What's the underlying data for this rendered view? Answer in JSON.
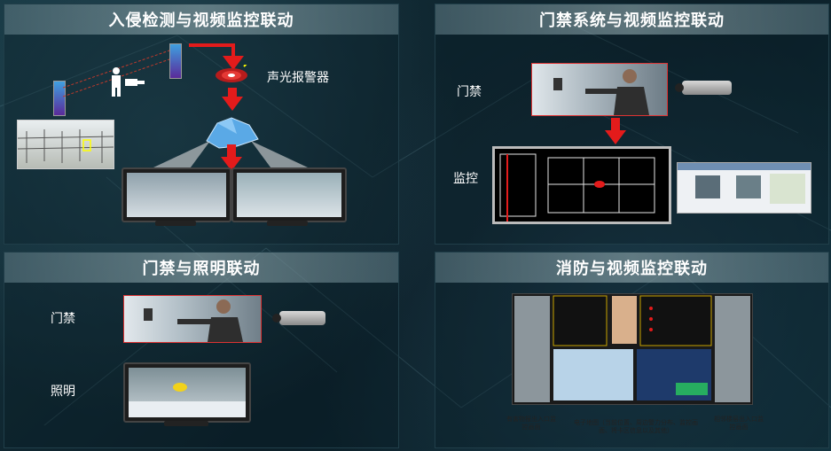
{
  "panels": {
    "intrusion": {
      "title": "入侵检测与视频监控联动",
      "alarm_label": "声光报警器"
    },
    "access_video": {
      "title": "门禁系统与视频监控联动",
      "door_label": "门禁",
      "monitor_label": "监控"
    },
    "access_light": {
      "title": "门禁与照明联动",
      "door_label": "门禁",
      "light_label": "照明"
    },
    "fire": {
      "title": "消防与视频监控联动",
      "caption_left": "有害物报出入口监控画面",
      "caption_center": "电子地图（当前位置、周边警力分布、监控画面、将卡区信息以及其他）",
      "caption_right": "相邻楼层出入口监控画面"
    }
  },
  "colors": {
    "accent_red": "#e31b1b",
    "title_bar": "#8aa3aa",
    "background": "#0f2630"
  },
  "icons": [
    "person-icon",
    "camera-icon",
    "alarm-icon",
    "cloud-network-icon",
    "sensor-icon",
    "monitor-icon"
  ]
}
